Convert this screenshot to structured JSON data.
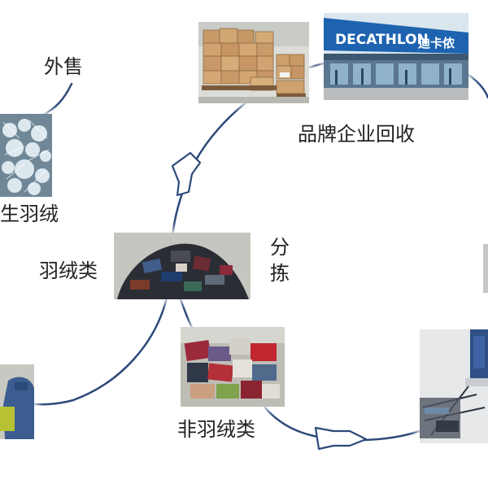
{
  "labels": {
    "outer_sale": "外售",
    "recycled_down": "生羽绒",
    "brand_recovery": "品牌企业回收",
    "down_category": "羽绒类",
    "sorting": "分拣",
    "non_down_category": "非羽绒类"
  },
  "store_sign": {
    "latin": "DECATHLON",
    "chinese": "迪卡侬"
  },
  "colors": {
    "flow_line": "#2d4a7a",
    "sign_blue": "#1d63b0"
  }
}
